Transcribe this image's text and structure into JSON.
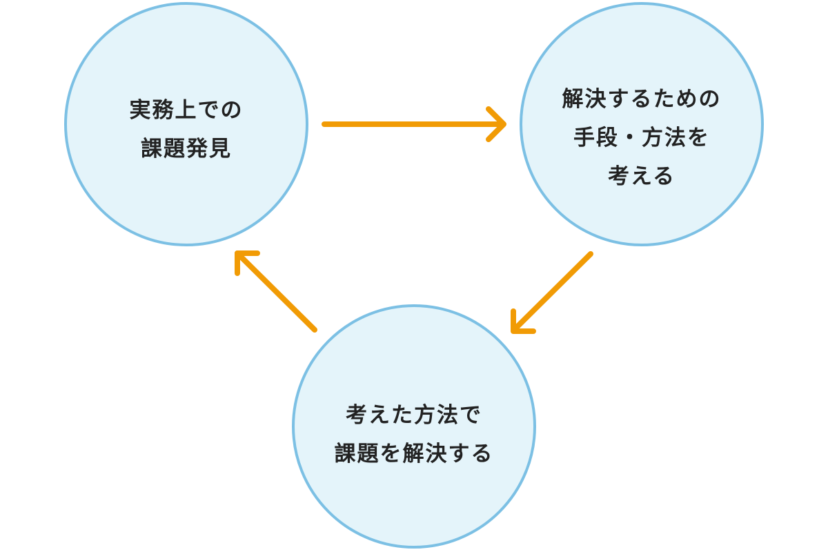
{
  "nodes": [
    {
      "lines": [
        "実務上での",
        "課題発見"
      ]
    },
    {
      "lines": [
        "解決するための",
        "手段・方法を",
        "考える"
      ]
    },
    {
      "lines": [
        "考えた方法で",
        "課題を解決する"
      ]
    }
  ],
  "colors": {
    "circle_fill": "#e4f4fa",
    "circle_stroke": "#7cc0e4",
    "arrow": "#f19b05",
    "text": "#222222"
  }
}
